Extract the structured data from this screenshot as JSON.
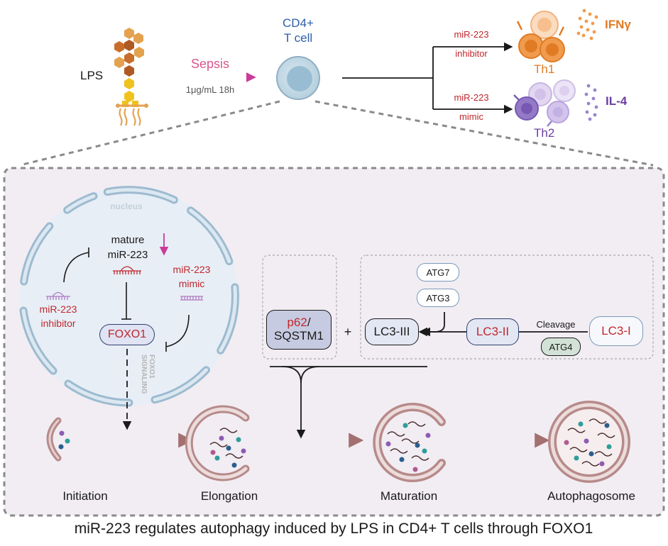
{
  "colors": {
    "red": "#c0282d",
    "magenta": "#cc3a9a",
    "orange": "#e07b24",
    "purple": "#6a3fa0",
    "blue": "#2f5ea8",
    "panel": "#f1edf3",
    "dark": "#1a1a1a",
    "gray": "#555555"
  },
  "top": {
    "lps": "LPS",
    "sepsis": "Sepsis",
    "dose": "1μg/mL 18h",
    "cell_label": [
      "CD4+",
      "T cell"
    ],
    "branch_inhibitor": [
      "miR-223",
      "inhibitor"
    ],
    "branch_mimic": [
      "miR-223",
      "mimic"
    ],
    "th1": "Th1",
    "ifn": "IFNγ",
    "th2": "Th2",
    "il4": "IL-4"
  },
  "nucleus": {
    "label": "nucleus",
    "mature": [
      "mature",
      "miR-223"
    ],
    "mimic": [
      "miR-223",
      "mimic"
    ],
    "inhibitor": [
      "miR-223",
      "inhibitor"
    ],
    "foxo1": "FOXO1",
    "signaling": [
      "FOXO1",
      "SIGNALING"
    ]
  },
  "pathway": {
    "p62_red": "p62",
    "p62_slash": "/",
    "sqstm1": "SQSTM1",
    "plus": "+",
    "lc3_iii": "LC3-III",
    "lc3_ii": "LC3-II",
    "lc3_i": "LC3-I",
    "atg7": "ATG7",
    "atg3": "ATG3",
    "atg4": "ATG4",
    "cleavage": "Cleavage"
  },
  "stages": [
    "Initiation",
    "Elongation",
    "Maturation",
    "Autophagosome"
  ],
  "caption": "miR-223 regulates autophagy induced by LPS in CD4+ T cells through FOXO1"
}
